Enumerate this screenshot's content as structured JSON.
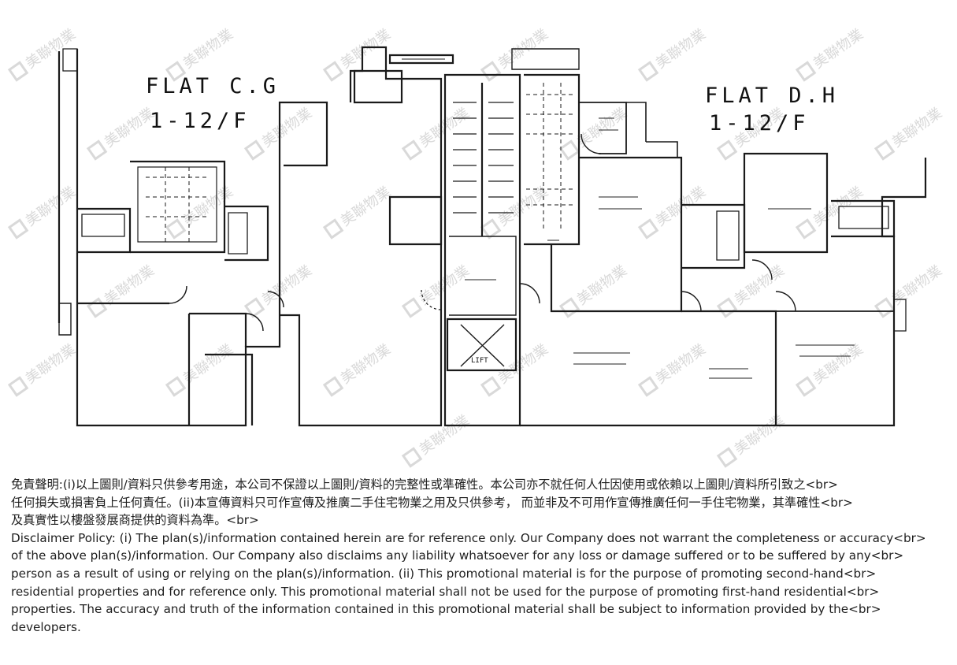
{
  "plan": {
    "left_label": {
      "line1": "FLAT C.G",
      "line2": "1-12/F"
    },
    "right_label": {
      "line1": "FLAT D.H",
      "line2": "1-12/F"
    },
    "lift_label": "LIFT"
  },
  "watermark": {
    "text": "美聯物業",
    "color": "#d9d9d9"
  },
  "disclaimer": {
    "zh": [
      "免責聲明:(i)以上圖則/資料只供參考用途，本公司不保證以上圖則/資料的完整性或準確性。本公司亦不就任何人仕因使用或依賴以上圖則/資料所引致之<br>",
      "任何損失或損害負上任何責任。(ii)本宣傳資料只可作宣傳及推廣二手住宅物業之用及只供參考， 而並非及不可用作宣傳推廣任何一手住宅物業，其準確性<br>",
      "及真實性以樓盤發展商提供的資料為準。<br>"
    ],
    "en": [
      "Disclaimer Policy: (i) The plan(s)/information contained herein are for reference only. Our Company does not warrant the completeness or accuracy<br>",
      "of the above plan(s)/information. Our Company also disclaims any liability whatsoever for any loss or damage suffered or to be suffered by any<br>",
      "person as a result of using or relying on the plan(s)/information. (ii) This promotional material is for the purpose of promoting second-hand<br>",
      "residential properties and for reference only. This promotional material shall not be used for the purpose of promoting first-hand residential<br>",
      "properties. The accuracy and truth of the information contained in this promotional material shall be subject to information provided by the<br>",
      "developers."
    ]
  }
}
